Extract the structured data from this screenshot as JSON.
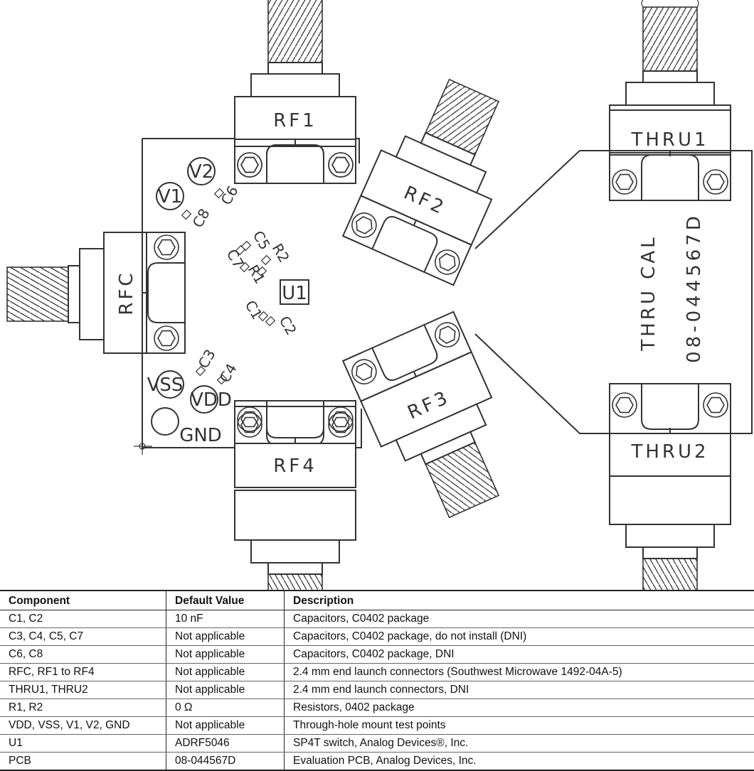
{
  "diagram": {
    "connectors": {
      "rf1": "RF1",
      "rf2": "RF2",
      "rf3": "RF3",
      "rf4": "RF4",
      "rfc": "RFC",
      "thru1": "THRU1",
      "thru2": "THRU2"
    },
    "test_points": {
      "v1": "V1",
      "v2": "V2",
      "vss": "VSS",
      "vdd": "VDD",
      "gnd": "GND"
    },
    "components": {
      "c1": "C1",
      "c2": "C2",
      "c3": "C3",
      "c4": "C4",
      "c5": "C5",
      "c6": "C6",
      "c7": "C7",
      "c8": "C8",
      "r1": "R1",
      "r2": "R2",
      "u1": "U1"
    },
    "thru_cal": "THRU CAL",
    "pcb_number": "08-044567D"
  },
  "table": {
    "headers": [
      "Component",
      "Default Value",
      "Description"
    ],
    "rows": [
      [
        "C1, C2",
        "10 nF",
        "Capacitors, C0402 package"
      ],
      [
        "C3, C4, C5, C7",
        "Not applicable",
        "Capacitors, C0402 package, do not install (DNI)"
      ],
      [
        "C6, C8",
        "Not applicable",
        "Capacitors, C0402 package, DNI"
      ],
      [
        "RFC, RF1 to RF4",
        "Not applicable",
        "2.4 mm end launch connectors (Southwest Microwave 1492-04A-5)"
      ],
      [
        "THRU1, THRU2",
        "Not applicable",
        "2.4 mm end launch connectors, DNI"
      ],
      [
        "R1, R2",
        "0 Ω",
        "Resistors, 0402 package"
      ],
      [
        "VDD, VSS, V1, V2, GND",
        "Not applicable",
        "Through-hole mount test points"
      ],
      [
        "U1",
        "ADRF5046",
        "SP4T switch, Analog Devices®, Inc."
      ],
      [
        "PCB",
        "08-044567D",
        "Evaluation PCB, Analog Devices, Inc."
      ]
    ]
  }
}
